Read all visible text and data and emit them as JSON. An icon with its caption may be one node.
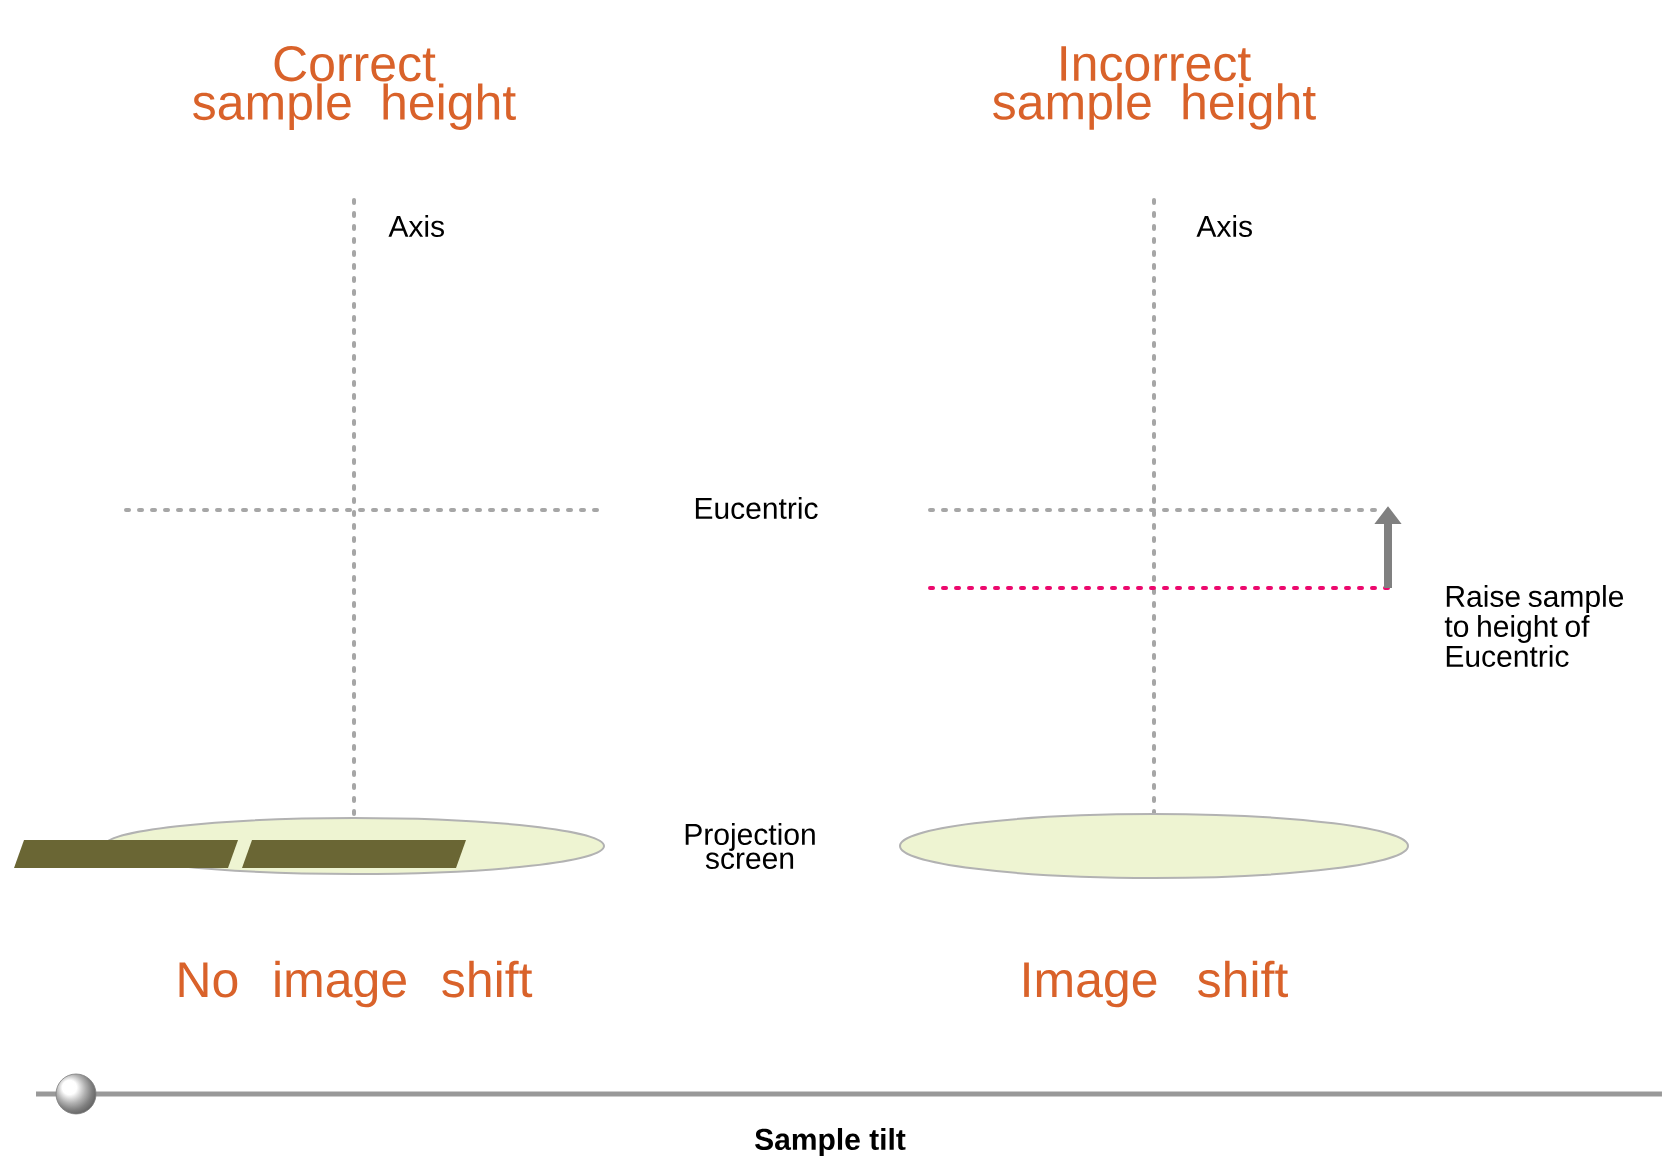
{
  "diagram": {
    "nodes": [
      {
        "text": [],
        "shape": "ellipse"
      },
      {
        "text": [],
        "shape": "ellipse"
      }
    ],
    "labels": [
      "Correct sample height",
      "Incorrect sample height",
      "Axis",
      "Axis",
      "Eucentric",
      "Raise sample to height of Eucentric",
      "Projection screen",
      "No image shift",
      "Image shift",
      "Sample tilt"
    ]
  }
}
